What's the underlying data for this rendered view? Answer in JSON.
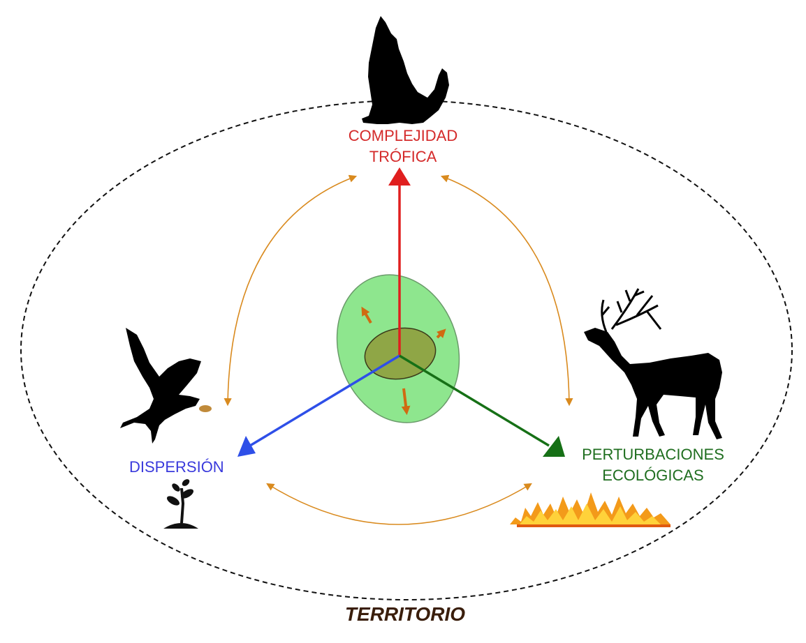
{
  "labels": {
    "trophic_line1": "COMPLEJIDAD",
    "trophic_line2": "TRÓFICA",
    "dispersal": "DISPERSIÓN",
    "disturbance_line1": "PERTURBACIONES",
    "disturbance_line2": "ECOLÓGICAS",
    "territory": "TERRITORIO"
  },
  "colors": {
    "trophic": "#d42a2a",
    "dispersal": "#3a3adc",
    "disturbance": "#1f6e1f",
    "territory": "#3a1e0c",
    "interaction_arrows": "#d98a1e",
    "outer_ellipse_fill": "#8ee68e",
    "inner_ellipse_fill": "#8f9a3a"
  },
  "icons": [
    "wolf-silhouette-icon",
    "bird-silhouette-icon",
    "seedling-icon",
    "deer-silhouette-icon",
    "fire-icon"
  ]
}
